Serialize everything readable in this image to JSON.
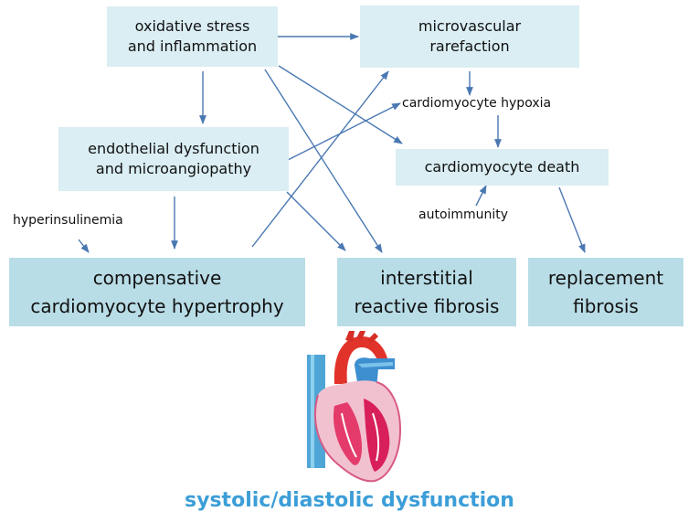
{
  "nodes": {
    "oxidative": {
      "line1": "oxidative stress",
      "line2": "and inflammation"
    },
    "microvascular": {
      "line1": "microvascular",
      "line2": "rarefaction"
    },
    "endothelial": {
      "line1": "endothelial dysfunction",
      "line2": "and microangiopathy"
    },
    "death": {
      "line1": "cardiomyocyte death"
    },
    "hypertrophy": {
      "line1": "compensative",
      "line2": "cardiomyocyte hypertrophy"
    },
    "interstitial": {
      "line1": "interstitial",
      "line2": "reactive fibrosis"
    },
    "replacement": {
      "line1": "replacement",
      "line2": "fibrosis"
    }
  },
  "labels": {
    "hypoxia": "cardiomyocyte hypoxia",
    "hyperinsulinemia": "hyperinsulinemia",
    "autoimmunity": "autoimmunity"
  },
  "footer": "systolic/diastolic dysfunction",
  "colors": {
    "box_light": "#daeef3",
    "box_dark": "#b9dde7",
    "arrow": "#4a78b2",
    "footer_text": "#3c9ed8"
  },
  "illustration": "heart-anatomy-icon"
}
